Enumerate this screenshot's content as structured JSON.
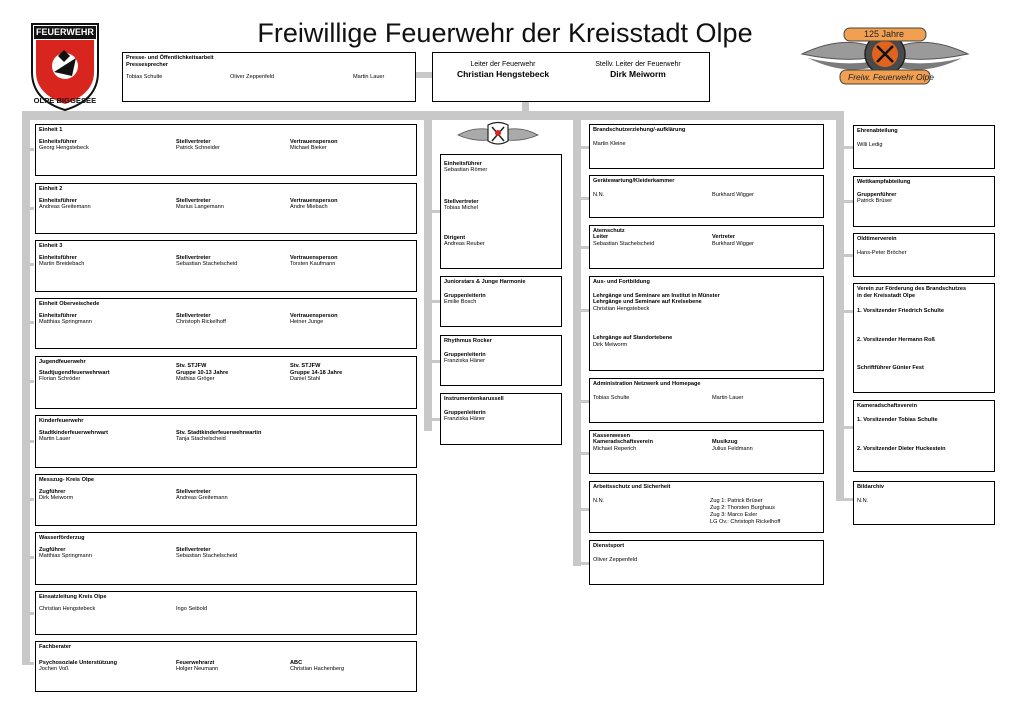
{
  "title": "Freiwillige Feuerwehr der Kreisstadt Olpe",
  "logo_left": {
    "top": "FEUERWEHR",
    "bottom": "OLPE BIGGESEE"
  },
  "logo_right": {
    "top": "125 Jahre",
    "bottom": "Freiw. Feuerwehr Olpe"
  },
  "presse": {
    "header": "Presse- und Öffentlichkeitsarbeit",
    "sub": "Pressesprecher",
    "names": [
      "Tobias Schulte",
      "Oliver Zeppenfeld",
      "Martin Lauer"
    ]
  },
  "leitung": {
    "l1": "Leiter der Feuerwehr",
    "n1": "Christian Hengstebeck",
    "l2": "Stellv. Leiter der Feuerwehr",
    "n2": "Dirk Meiworm"
  },
  "col1": [
    {
      "header": "Einheit 1",
      "rows": [
        [
          "Einheitsführer",
          "Georg Hengstebeck"
        ],
        [
          "Stellvertreter",
          "Patrick Schneider"
        ],
        [
          "Vertrauensperson",
          "Michael Bieker"
        ]
      ]
    },
    {
      "header": "Einheit 2",
      "rows": [
        [
          "Einheitsführer",
          "Andreas Greitemann"
        ],
        [
          "Stellvertreter",
          "Marius Langemann"
        ],
        [
          "Vertrauensperson",
          "Andre Miebach"
        ]
      ]
    },
    {
      "header": "Einheit 3",
      "rows": [
        [
          "Einheitsführer",
          "Martin Breidebach"
        ],
        [
          "Stellvertreter",
          "Sebastian Stachelscheid"
        ],
        [
          "Vertrauensperson",
          "Torsten Kaufmann"
        ]
      ]
    },
    {
      "header": "Einheit Oberveischede",
      "rows": [
        [
          "Einheitsführer",
          "Matthias Springmann"
        ],
        [
          "Stellvertreter",
          "Christoph Rickelhoff"
        ],
        [
          "Vertrauensperson",
          "Heiner Junge"
        ]
      ]
    },
    {
      "header": "Jugendfeuerwehr",
      "rows": [
        [
          "",
          "Stadtjugendfeuerwehrwart",
          "Florian Schröder"
        ],
        [
          "Stv. STJFW",
          "Gruppe 10-13 Jahre",
          "Mathias Gröger"
        ],
        [
          "Stv. STJFW",
          "Gruppe 14-18 Jahre",
          "Daniel Stahl"
        ]
      ]
    },
    {
      "header": "Kinderfeuerwehr",
      "rows": [
        [
          "Stadtkinderfeuerwehrwart",
          "Martin Lauer"
        ],
        [
          "Stv. Stadtkinderfeuerwehrwartin",
          "Tanja Stachelscheid"
        ]
      ]
    },
    {
      "header": "Messzug- Kreis Olpe",
      "rows": [
        [
          "Zugführer",
          "Dirk Meiworm"
        ],
        [
          "Stellvertreter",
          "Andreas Greitemann"
        ]
      ]
    },
    {
      "header": "Wasserförderzug",
      "rows": [
        [
          "Zugführer",
          "Matthias Springmann"
        ],
        [
          "Stellvertreter",
          "Sebastian Stachelscheid"
        ]
      ]
    },
    {
      "header": "Einsatzleitung Kreis Olpe",
      "rows": [
        [
          "",
          "Christian Hengstebeck"
        ],
        [
          "",
          "Ingo Seibold"
        ]
      ]
    },
    {
      "header": "Fachberater",
      "rows": [
        [
          "Psychosoziale Unterstützung",
          "Jochen Voß"
        ],
        [
          "Feuerwehrarzt",
          "Holger Neumann"
        ],
        [
          "ABC",
          "Christian Hachenberg"
        ]
      ]
    }
  ],
  "musik": {
    "main": [
      [
        "Einheitsführer",
        "Sebastian Römer"
      ],
      [
        "Stellvertreter",
        "Tobias Michel"
      ],
      [
        "Dirigent",
        "Andreas Reuber"
      ]
    ],
    "sub": [
      {
        "header": "Juniorstars & Junge Harmonie",
        "role": "Gruppenleiterin",
        "name": "Emilie Bosch"
      },
      {
        "header": "Rhythmus Rocker",
        "role": "Gruppenleiterin",
        "name": "Franziska Häner"
      },
      {
        "header": "Instrumentenkarussell",
        "role": "Gruppenleiterin",
        "name": "Franziska Häner"
      }
    ]
  },
  "col3": {
    "brand": {
      "header": "Brandschutzerziehung/-aufklärung",
      "name": "Martin Kleine"
    },
    "geraete": {
      "header": "Gerätewartung/Kleiderkammer",
      "a": "N.N.",
      "b": "Burkhard Wigger"
    },
    "atem": {
      "header": "Atemschutz",
      "l1": "Leiter",
      "n1": "Sebastian Stachelscheid",
      "l2": "Vertreter",
      "n2": "Burkhard Wigger"
    },
    "aus": {
      "header": "Aus- und Fortbildung",
      "l1": "Lehrgänge und Seminare am Institut in Münster",
      "l2": "Lehrgänge und Seminare auf Kreisebene",
      "n1": "Christian Hengstebeck",
      "l3": "Lehrgänge auf Standortebene",
      "n2": "Dirk Meiworm"
    },
    "admin": {
      "header": "Administration Netzwerk und Homepage",
      "a": "Tobias Schulte",
      "b": "Martin Lauer"
    },
    "kasse": {
      "header": "Kassenwesen",
      "l1": "Kameradschaftsverein",
      "n1": "Michael Reperich",
      "l2": "Musikzug",
      "n2": "Julius Feldmann"
    },
    "arbeit": {
      "header": "Arbeitsschutz und Sicherheit",
      "a": "N.N.",
      "zug": [
        "Zug 1: Patrick Brüser",
        "Zug 2: Thorsten Burghaus",
        "Zug 3: Marco Esler",
        "LG Ov.: Christoph Rickelhoff"
      ]
    },
    "dienst": {
      "header": "Dienstsport",
      "name": "Oliver Zeppenfeld"
    }
  },
  "col4": {
    "ehren": {
      "header": "Ehrenabteilung",
      "name": "Willi Ledig"
    },
    "wett": {
      "header": "Wettkampfabteilung",
      "role": "Gruppenführer",
      "name": "Patrick Brüser"
    },
    "oldt": {
      "header": "Oldtimerverein",
      "name": "Hans-Peter Bröcher"
    },
    "verein": {
      "header1": "Verein zur Förderung des Brandschutzes",
      "header2": "in der Kreisstadt Olpe",
      "v1": "1. Vorsitzender Friedrich Schulte",
      "v2": "2. Vorsitzender  Hermann Roß",
      "s": "Schriftführer Günter Fest"
    },
    "kam": {
      "header": "Kameradschaftsverein",
      "v1": "1. Vorsitzender Tobias Schulte",
      "v2": "2. Vorsitzender Dieter Huckestein"
    },
    "bild": {
      "header": "Bildarchiv",
      "name": "N.N."
    }
  },
  "colors": {
    "connector": "#c8c8c8",
    "logo_red": "#d8261e",
    "emblem_orange": "#e0641e"
  }
}
